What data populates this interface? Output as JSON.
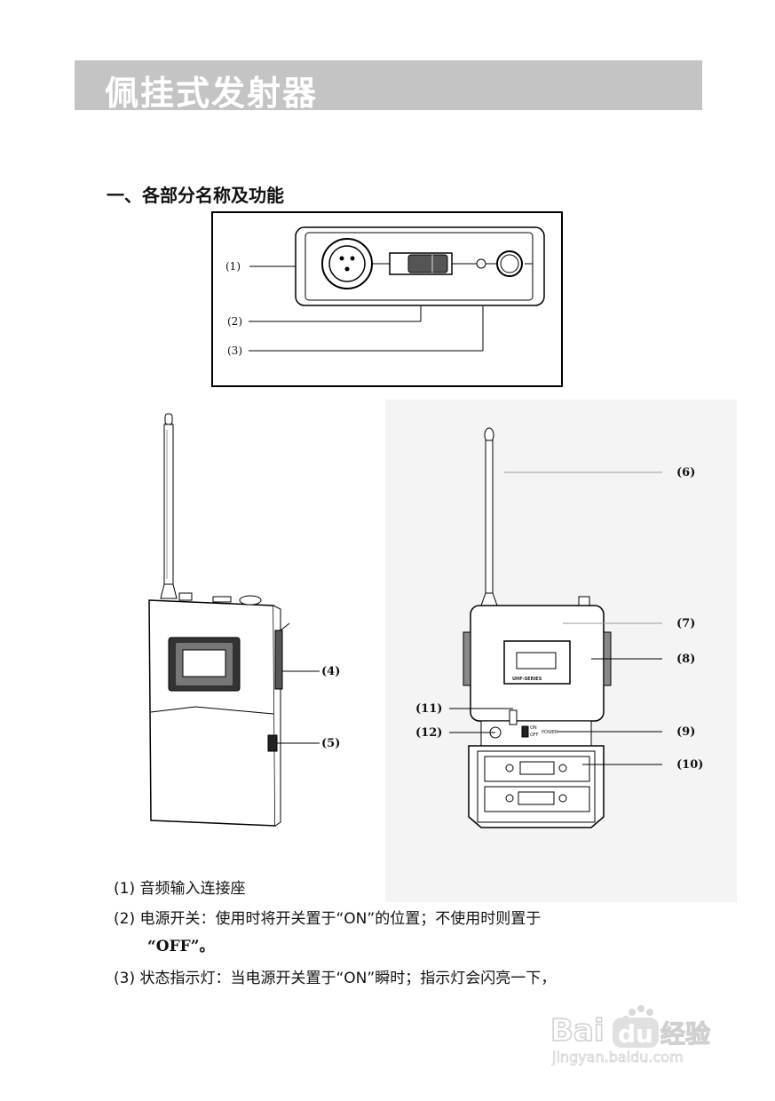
{
  "header": {
    "title": "佩挂式发射器"
  },
  "section": {
    "heading": "一、各部分名称及功能"
  },
  "figure_top": {
    "labels": [
      "(1)",
      "(2)",
      "(3)"
    ]
  },
  "figure_left": {
    "labels": [
      "(4)",
      "(5)"
    ]
  },
  "figure_right": {
    "labels": [
      "(6)",
      "(7)",
      "(8)",
      "(9)",
      "(10)",
      "(11)",
      "(12)"
    ],
    "device_badge": "UHF-SERIES",
    "power_label": "POWER",
    "switch_on": "ON",
    "switch_off": "OFF"
  },
  "descriptions": {
    "item1": "(1) 音频输入连接座",
    "item2": "(2) 电源开关：使用时将开关置于“ON”的位置；不使用时则置于",
    "item2_cont": "“OFF”。",
    "item3": "(3) 状态指示灯：当电源开关置于“ON”瞬时；指示灯会闪亮一下，"
  },
  "watermark": {
    "brand": "Bai",
    "brand2": "du",
    "brand3": "经验",
    "url": "jingyan.baidu.com"
  }
}
